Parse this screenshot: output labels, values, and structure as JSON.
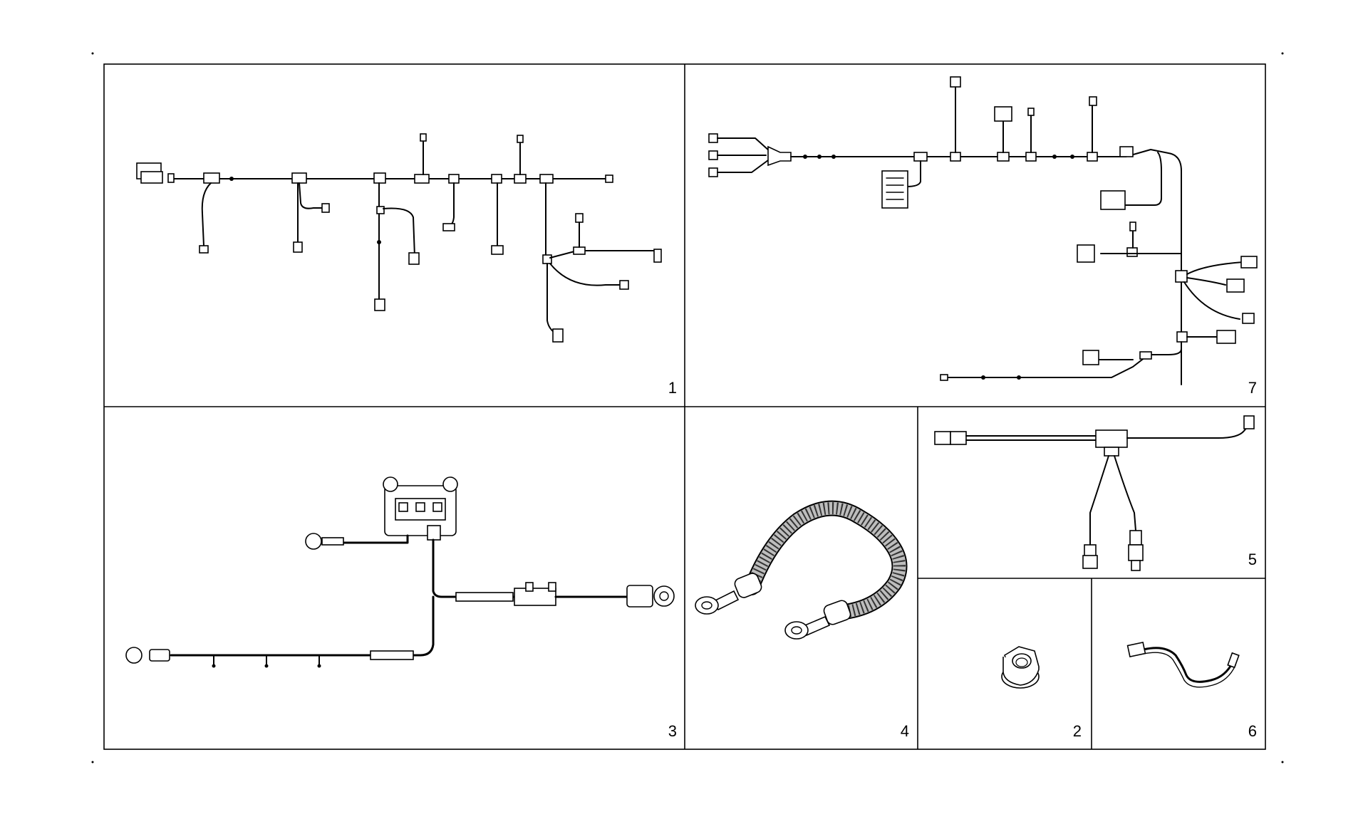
{
  "panels": [
    {
      "id": "panel-1",
      "number": "1",
      "part": "wiring-harness"
    },
    {
      "id": "panel-7",
      "number": "7",
      "part": "wiring-harness"
    },
    {
      "id": "panel-3",
      "number": "3",
      "part": "battery-cable-harness"
    },
    {
      "id": "panel-4",
      "number": "4",
      "part": "braided-ground-strap"
    },
    {
      "id": "panel-5",
      "number": "5",
      "part": "branch-wiring-harness"
    },
    {
      "id": "panel-2",
      "number": "2",
      "part": "flange-nut"
    },
    {
      "id": "panel-6",
      "number": "6",
      "part": "connector-lead"
    }
  ],
  "colors": {
    "line": "#000000",
    "background": "#ffffff",
    "braid": "#bdbdbd"
  }
}
